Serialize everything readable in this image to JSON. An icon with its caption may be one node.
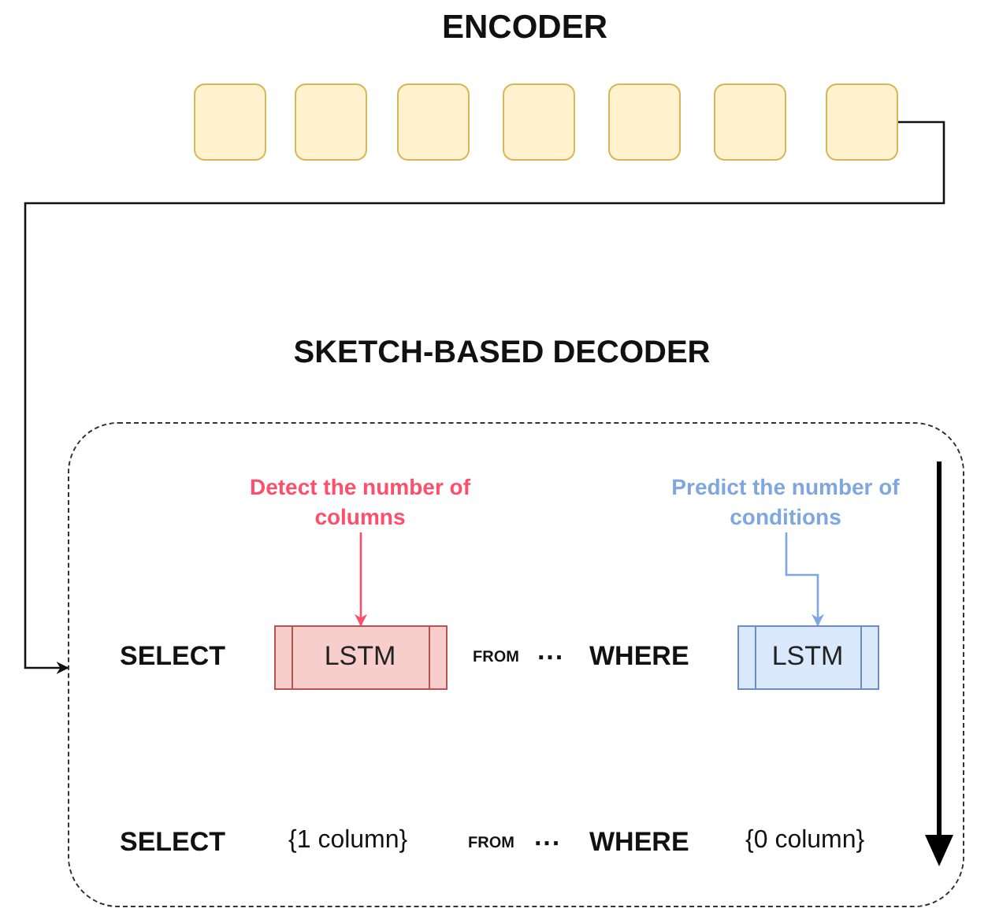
{
  "diagram": {
    "nodes": [
      {
        "text": [],
        "shape": "box"
      },
      {
        "text": [],
        "shape": "box"
      },
      {
        "text": [],
        "shape": "box"
      },
      {
        "text": [],
        "shape": "box"
      },
      {
        "text": [],
        "shape": "box"
      },
      {
        "text": [],
        "shape": "box"
      },
      {
        "text": [],
        "shape": "box"
      },
      {
        "text": [
          "SKETCH-BASED DECODER"
        ]
      },
      {
        "text": [
          "Detect the number of columns"
        ],
        "in": 7
      },
      {
        "text": [
          "LSTM"
        ],
        "in": 7
      },
      {
        "text": [
          "Predict the number of conditions"
        ],
        "in": 7
      },
      {
        "text": [
          "LSTM"
        ],
        "in": 7
      }
    ],
    "edges": [
      {
        "from": 6,
        "to": 7,
        "arrow": "to"
      },
      {
        "from": 8,
        "to": 9,
        "arrow": "to",
        "color": "#ff4d6a"
      },
      {
        "from": 10,
        "to": 11,
        "arrow": "to",
        "color": "#7ea6e0"
      }
    ],
    "labels": [
      "ENCODER",
      "SELECT",
      "FROM",
      "···",
      "WHERE",
      "SELECT",
      "{1 column}",
      "FROM",
      "···",
      "WHERE",
      "{0 column}"
    ]
  }
}
